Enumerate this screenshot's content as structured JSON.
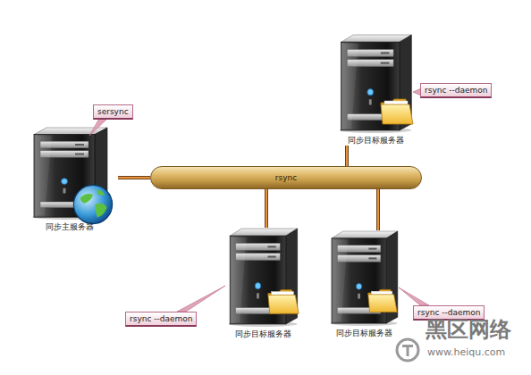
{
  "diagram": {
    "nodes": [
      {
        "text": [
          "同步主服务器"
        ]
      },
      {
        "text": [
          "同步目标服务器"
        ]
      },
      {
        "text": [
          "rsync"
        ]
      },
      {
        "text": [
          "同步目标服务器"
        ]
      },
      {
        "text": [
          "同步目标服务器"
        ]
      }
    ],
    "edges": [
      {
        "from": 0,
        "to": 2,
        "arrow": "none"
      },
      {
        "from": 1,
        "to": 2,
        "arrow": "none"
      },
      {
        "from": 2,
        "to": 3,
        "arrow": "none"
      },
      {
        "from": 2,
        "to": 4,
        "arrow": "none"
      }
    ],
    "labels": [
      "sersync",
      "rsync --daemon",
      "rsync --daemon",
      "rsync --daemon",
      "黑区网络",
      "www.heiqu.com"
    ]
  }
}
